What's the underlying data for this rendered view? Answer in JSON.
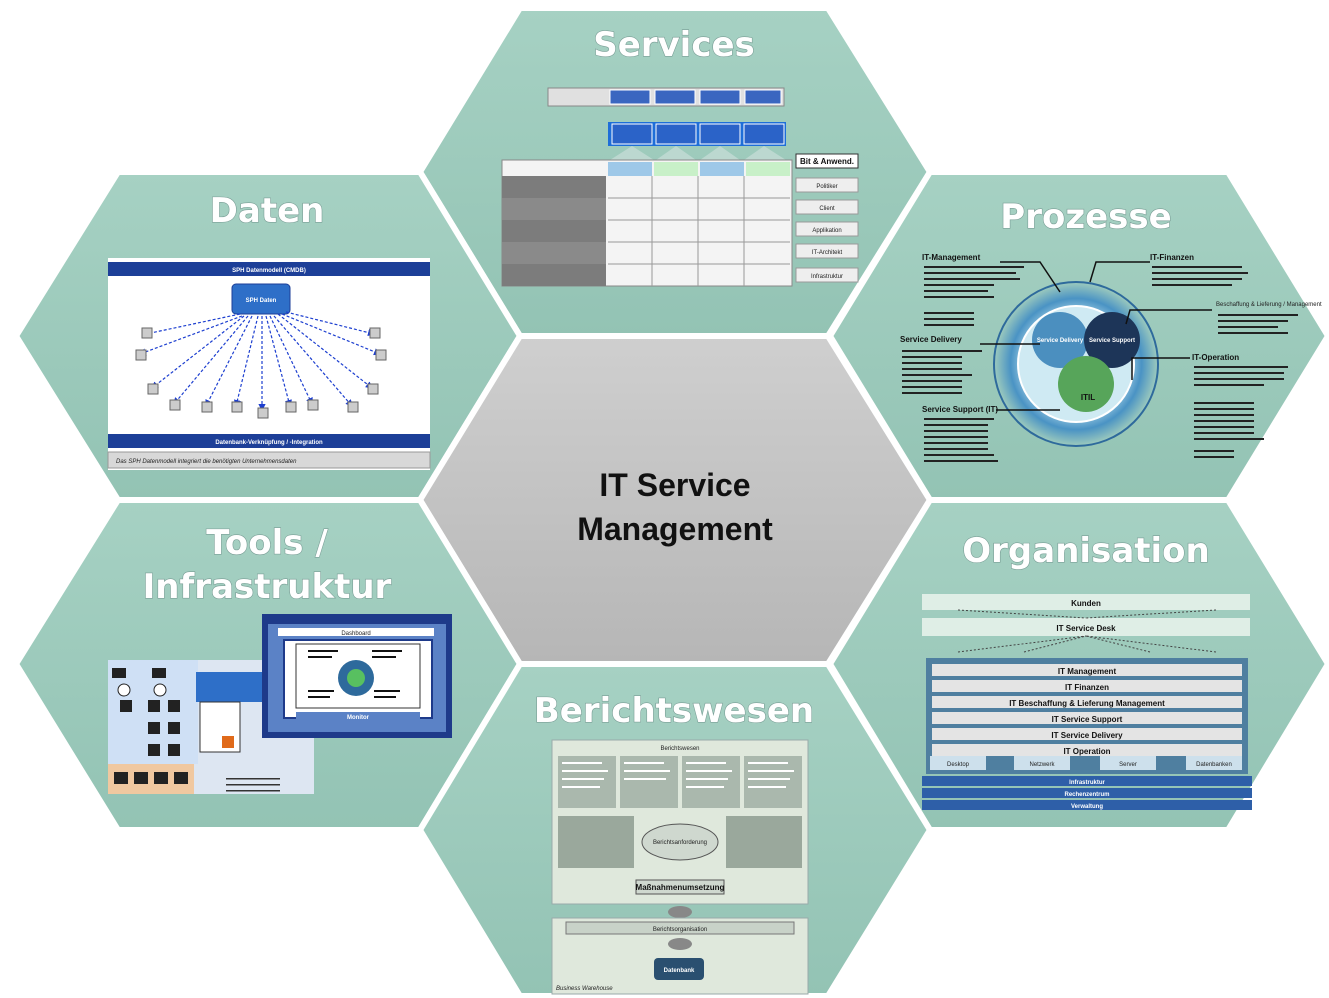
{
  "center": {
    "line1": "IT Service",
    "line2": "Management"
  },
  "hexagons": {
    "services": {
      "title": "Services",
      "labels": [
        "Bit & Anwend.",
        "Politiker",
        "Client",
        "Applikation",
        "IT-Architekt",
        "Infrastruktur"
      ]
    },
    "prozesse": {
      "title": "Prozesse",
      "labels": [
        "IT-Management",
        "IT-Finanzen",
        "Beschaffung & Lieferung / Management",
        "Service Delivery",
        "IT-Operation",
        "Service Support (IT)",
        "Service Delivery",
        "Service Support",
        "ITIL"
      ]
    },
    "daten": {
      "title": "Daten",
      "labels": [
        "SPH Datenmodell (CMDB)",
        "SPH Daten",
        "Datenbank-Verknüpfung / -Integration",
        "Das SPH Datenmodell integriert die benötigten Unternehmensdaten"
      ]
    },
    "organisation": {
      "title": "Organisation",
      "labels": [
        "Kunden",
        "IT Service Desk",
        "IT Management",
        "IT Finanzen",
        "IT Beschaffung & Lieferung Management",
        "IT Service Support",
        "IT Service Delivery",
        "IT Operation",
        "Desktop",
        "Netzwerk",
        "Server",
        "Datenbanken",
        "Infrastruktur",
        "Rechenzentrum",
        "Verwaltung"
      ]
    },
    "tools": {
      "title_line1": "Tools /",
      "title_line2": "Infrastruktur",
      "labels": [
        "Dashboard",
        "Monitor"
      ]
    },
    "berichtswesen": {
      "title": "Berichtswesen",
      "labels": [
        "Berichtswesen",
        "Berichtsanforderung",
        "Maßnahmenumsetzung",
        "Berichtsorganisation",
        "Datenbank",
        "Business Warehouse"
      ]
    }
  },
  "colors": {
    "hexagon_fill": "#9ecbbd",
    "center_fill": "#c6c6c6",
    "blue": "#1d3f98",
    "bright_blue": "#1e6ed8"
  }
}
